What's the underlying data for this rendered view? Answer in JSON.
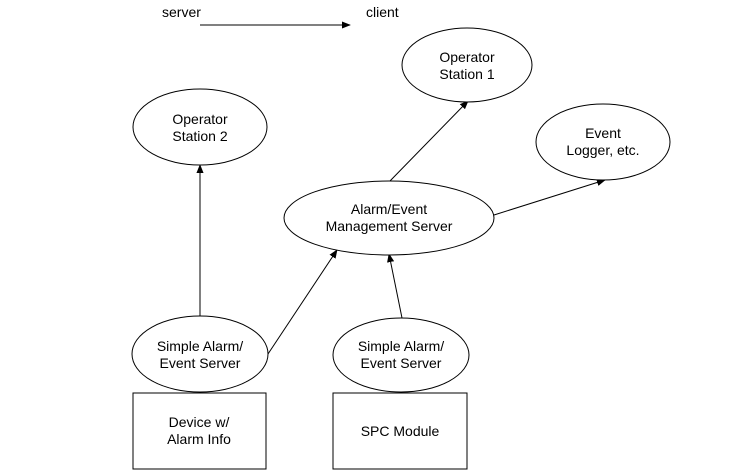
{
  "legend": {
    "from_label": "server",
    "to_label": "client"
  },
  "nodes": {
    "operator_station_1": {
      "lines": [
        "Operator",
        "Station 1"
      ]
    },
    "operator_station_2": {
      "lines": [
        "Operator",
        "Station 2"
      ]
    },
    "event_logger": {
      "lines": [
        "Event",
        "Logger, etc."
      ]
    },
    "alarm_event_management_server": {
      "lines": [
        "Alarm/Event",
        "Management Server"
      ]
    },
    "simple_alarm_event_server_left": {
      "lines": [
        "Simple Alarm/",
        "Event Server"
      ]
    },
    "simple_alarm_event_server_right": {
      "lines": [
        "Simple Alarm/",
        "Event Server"
      ]
    },
    "device_with_alarm_info": {
      "lines": [
        "Device w/",
        "Alarm Info"
      ]
    },
    "spc_module": {
      "lines": [
        "SPC Module"
      ]
    }
  },
  "edges": [
    {
      "from": "simple_alarm_event_server_left",
      "to": "operator_station_2"
    },
    {
      "from": "simple_alarm_event_server_left",
      "to": "alarm_event_management_server"
    },
    {
      "from": "simple_alarm_event_server_right",
      "to": "alarm_event_management_server"
    },
    {
      "from": "alarm_event_management_server",
      "to": "operator_station_1"
    },
    {
      "from": "alarm_event_management_server",
      "to": "event_logger"
    }
  ],
  "colors": {
    "line": "#000000",
    "background": "#ffffff"
  }
}
